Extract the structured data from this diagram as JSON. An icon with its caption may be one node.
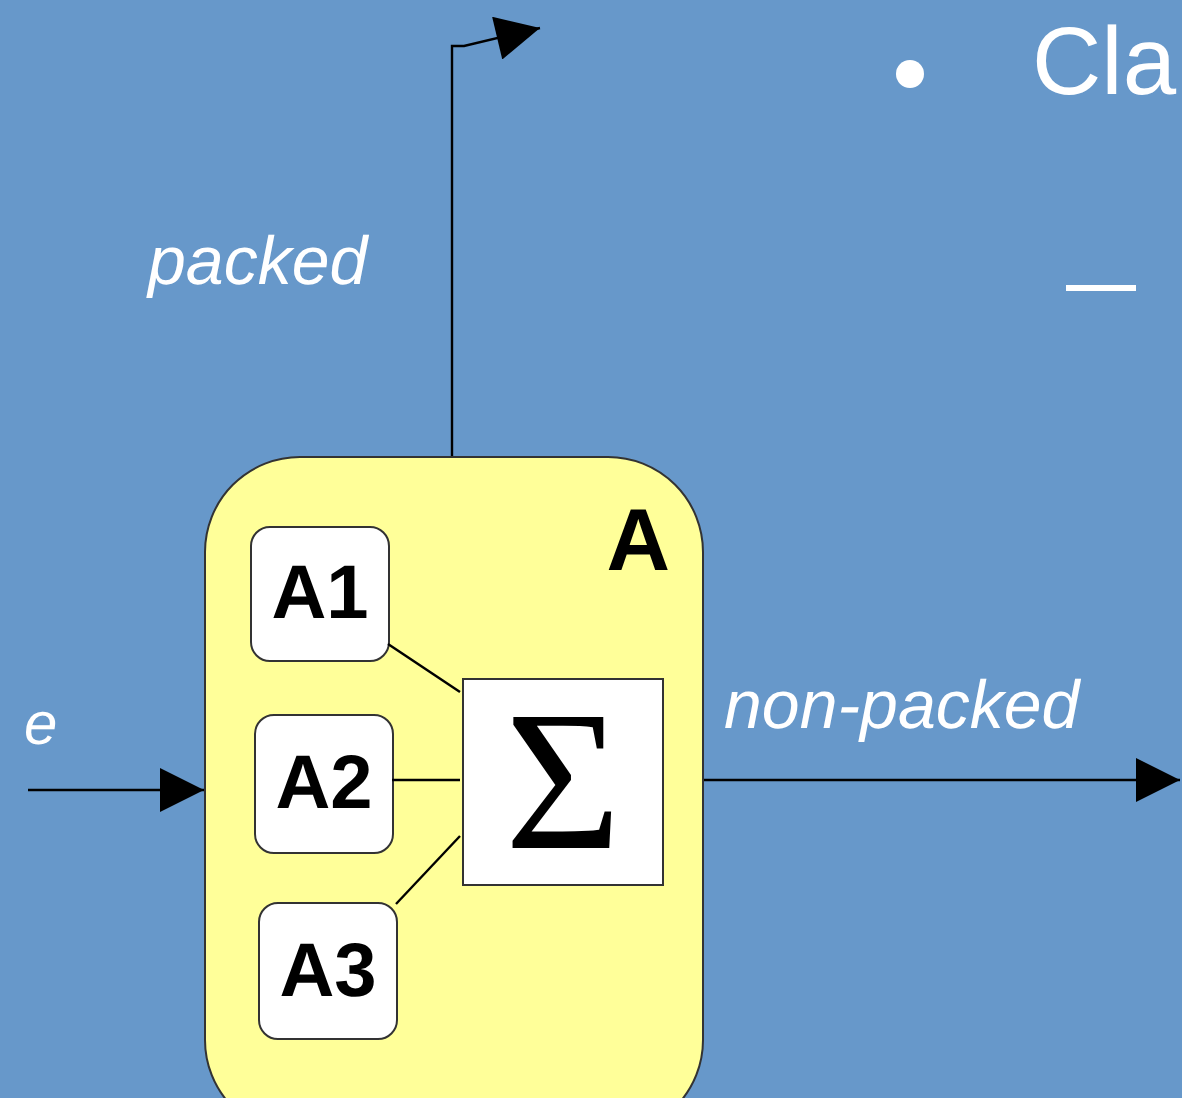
{
  "diagram": {
    "nodes": [
      {
        "text": [
          "A"
        ]
      },
      {
        "text": [
          "A1"
        ],
        "in": 0
      },
      {
        "text": [
          "A2"
        ],
        "in": 0
      },
      {
        "text": [
          "A3"
        ],
        "in": 0
      },
      {
        "text": [
          "Σ"
        ],
        "in": 0
      }
    ],
    "edges": [
      {
        "from": null,
        "to": 0,
        "arrow": "to",
        "label": "e"
      },
      {
        "from": 0,
        "to": null,
        "arrow": "to",
        "label": "packed"
      },
      {
        "from": 0,
        "to": null,
        "arrow": "to",
        "label": "non-packed"
      },
      {
        "from": 1,
        "to": 4,
        "arrow": "none"
      },
      {
        "from": 2,
        "to": 4,
        "arrow": "none"
      },
      {
        "from": 3,
        "to": 4,
        "arrow": "none"
      }
    ],
    "labels": [
      "Cla"
    ]
  }
}
